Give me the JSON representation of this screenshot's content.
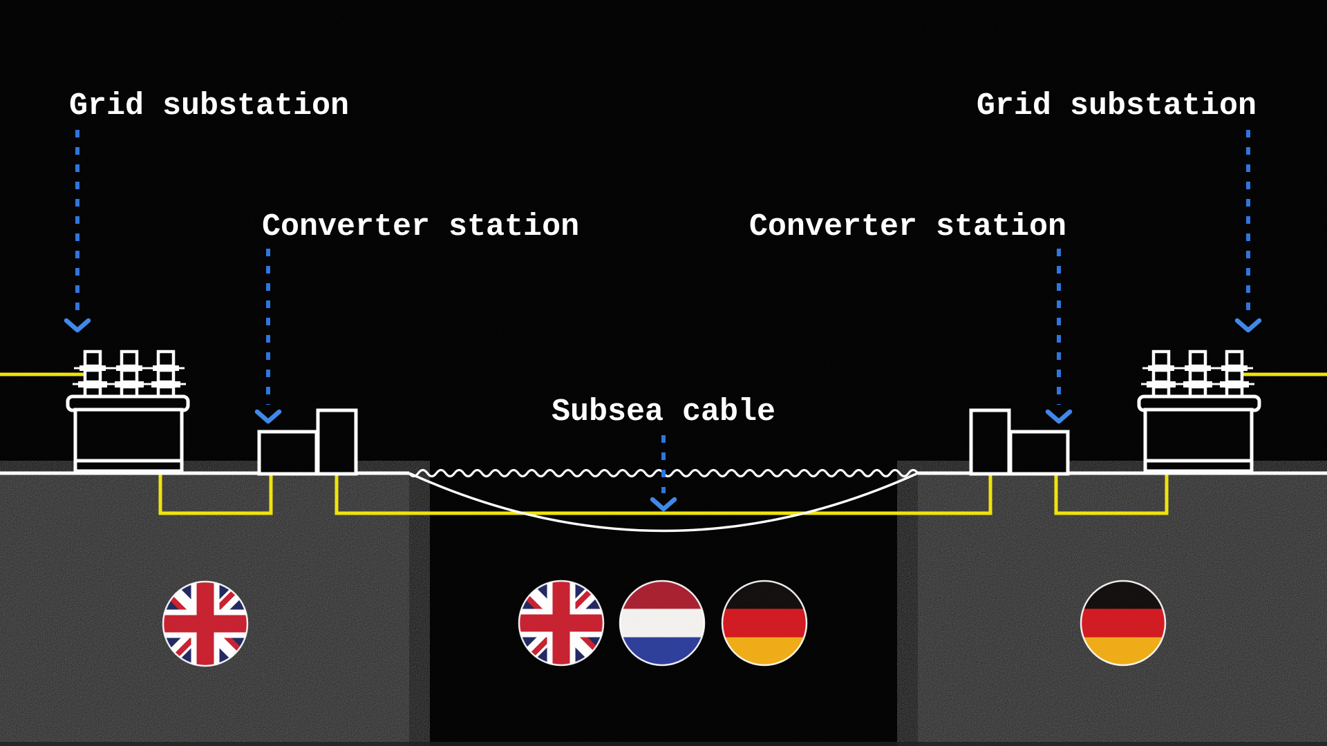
{
  "diagram": {
    "labels": {
      "grid_substation_left": "Grid substation",
      "converter_station_left": "Converter station",
      "subsea_cable": "Subsea cable",
      "converter_station_right": "Converter station",
      "grid_substation_right": "Grid substation"
    },
    "flags": {
      "left_country": "United Kingdom",
      "middle_countries": [
        "United Kingdom",
        "Netherlands",
        "Germany"
      ],
      "right_country": "Germany"
    },
    "colors": {
      "accent_blue": "#2b74e0",
      "arrowhead_blue": "#3d87ea",
      "cable_yellow": "#f2e409",
      "line_white": "#ffffff",
      "ground_base": "#161616",
      "sea_black": "#000000",
      "uk_blue": "#20265f",
      "uk_red": "#c81f2e",
      "nl_red": "#a81e2f",
      "nl_white": "#f4f2ef",
      "nl_blue": "#2b3c9a",
      "de_black": "#100c0c",
      "de_red": "#d2181f",
      "de_gold": "#f0ac14"
    }
  }
}
